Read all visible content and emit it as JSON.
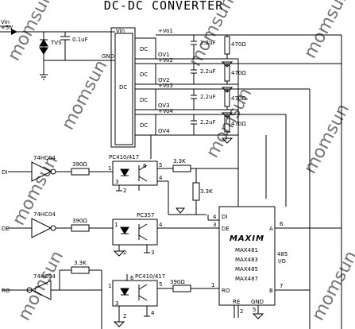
{
  "diagram": {
    "title": "DC-DC CONVERTER",
    "supply": {
      "line1": "Vin",
      "line2": "+5V"
    },
    "input_protection": {
      "tvs": "TVS",
      "cap": "0.1uF"
    },
    "dcdc_block": {
      "vin_label": "Vin",
      "gnd_label": "GND",
      "main_label": "DC",
      "module_label": "DC",
      "outputs": [
        {
          "plus": "+Vo1",
          "ov": "OV1",
          "cap": "2.2uF",
          "res": "470Ω"
        },
        {
          "plus": "+Vo2",
          "ov": "OV2",
          "cap": "2.2uF",
          "res": "470Ω"
        },
        {
          "plus": "+Vo3",
          "ov": "OV3",
          "cap": "2.2uF",
          "res": "470Ω"
        },
        {
          "plus": "+Vo4",
          "ov": "OV4",
          "cap": "2.2uF",
          "res": "470Ω"
        }
      ]
    },
    "signals": {
      "di": {
        "label": "DI",
        "buffer": "74HC04",
        "resistor": "390Ω"
      },
      "de": {
        "label": "DE",
        "buffer": "74HC04",
        "resistor": "390Ω"
      },
      "ro": {
        "label": "RO",
        "buffer": "74HC04",
        "resistor": "3.3K"
      }
    },
    "optocouplers": {
      "top": {
        "part": "PC410/417",
        "pins": [
          "1",
          "2",
          "3",
          "4",
          "5",
          "6"
        ]
      },
      "mid": {
        "part": "PC357",
        "pins": [
          "1",
          "2",
          "3",
          "4"
        ]
      },
      "bot": {
        "part": "PC410/417",
        "pins": [
          "1",
          "2",
          "3",
          "4",
          "5",
          "6"
        ]
      }
    },
    "pullups": {
      "top_h": "3.3K",
      "vertical": "3.3K",
      "ro_out": "390Ω"
    },
    "transceiver": {
      "brand": "MAXIM",
      "parts": [
        "MAX481",
        "MAX483",
        "MAX485",
        "MAX487"
      ],
      "side": [
        "485",
        "I/O"
      ],
      "pins": {
        "di": "DI",
        "de": "DE",
        "ro": "RO",
        "re": "RE",
        "gnd": "GND",
        "a": "A",
        "b": "B"
      },
      "pin_numbers": {
        "di": "4",
        "de": "3",
        "ro": "1",
        "re": "2",
        "gnd": "5",
        "a": "6",
        "b": "7"
      }
    },
    "watermark": "momsun"
  }
}
